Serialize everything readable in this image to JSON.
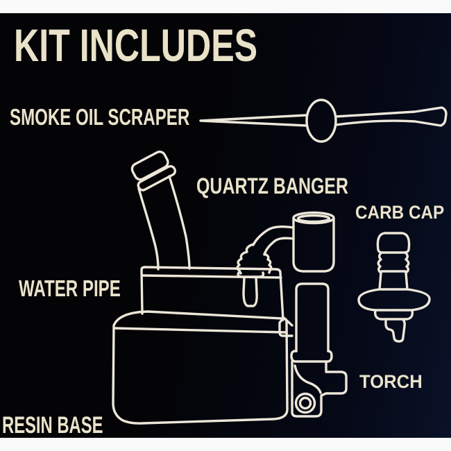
{
  "title": "KIT INCLUDES",
  "items": [
    {
      "label": "SMOKE OIL SCRAPER"
    },
    {
      "label": "QUARTZ BANGER"
    },
    {
      "label": "CARB CAP"
    },
    {
      "label": "WATER PIPE"
    },
    {
      "label": "TORCH"
    },
    {
      "label": "RESIN BASE"
    }
  ],
  "colors": {
    "frame": "#fafafa",
    "background": "#040406",
    "background_tint": "#0a1228",
    "line": "#ece7d9",
    "text": "#eae3cb",
    "title": "#e9e2c9"
  }
}
